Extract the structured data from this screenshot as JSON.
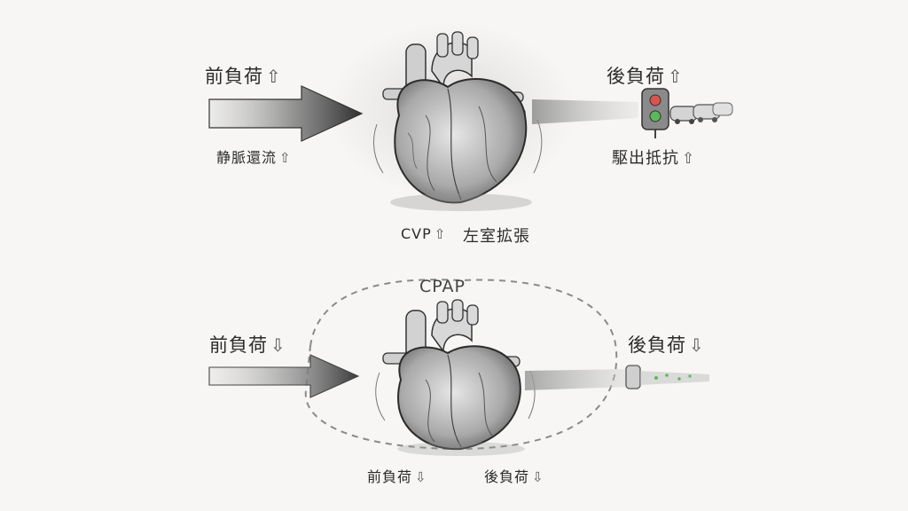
{
  "top": {
    "preload": {
      "text": "前負荷",
      "arrow": "⇧"
    },
    "venous_return": {
      "text": "静脈還流",
      "arrow": "⇧"
    },
    "afterload": {
      "text": "後負荷",
      "arrow": "⇧"
    },
    "ejection_resistance": {
      "text": "駆出抵抗",
      "arrow": "⇧"
    },
    "cvp": {
      "text": "CVP",
      "arrow": "⇧"
    },
    "lv_dilation": {
      "text": "左室拡張"
    }
  },
  "bottom": {
    "cpap": "CPAP",
    "preload": {
      "text": "前負荷",
      "arrow": "⇩"
    },
    "afterload": {
      "text": "後負荷",
      "arrow": "⇩"
    },
    "preload_under": {
      "text": "前負荷",
      "arrow": "⇩"
    },
    "afterload_under": {
      "text": "後負荷",
      "arrow": "⇩"
    }
  },
  "colors": {
    "ink": "#2b2b2b",
    "shade": "#6e6e6e",
    "paper": "#f7f6f4",
    "light_red": "#d9534f",
    "light_green": "#5cb85c"
  },
  "icons": {
    "heart": "anatomical-heart",
    "traffic_light": "traffic-light",
    "cars": "car-queue"
  }
}
